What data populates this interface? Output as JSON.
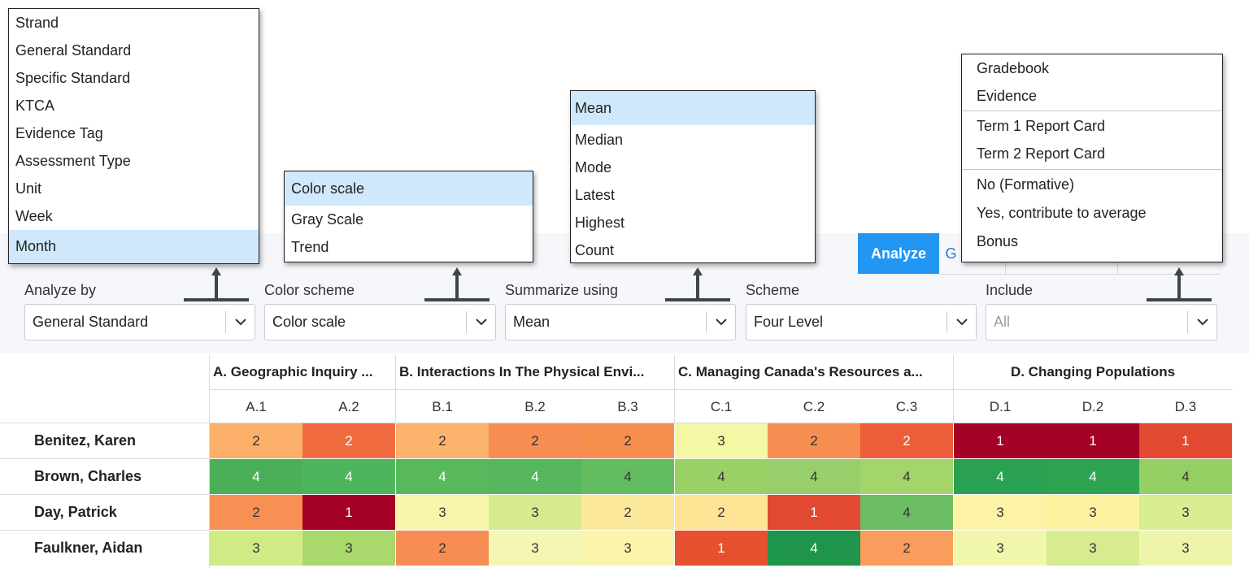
{
  "tabs": [
    {
      "label": "Analyze",
      "active": true
    },
    {
      "label": "G",
      "active": false
    }
  ],
  "filters": [
    {
      "label": "Analyze by",
      "value": "General Standard"
    },
    {
      "label": "Color scheme",
      "value": "Color scale"
    },
    {
      "label": "Summarize using",
      "value": "Mean"
    },
    {
      "label": "Scheme",
      "value": "Four Level"
    },
    {
      "label": "Include",
      "placeholder": "All"
    }
  ],
  "menus": {
    "analyze_by": {
      "items": [
        "Strand",
        "General Standard",
        "Specific Standard",
        "KTCA",
        "Evidence Tag",
        "Assessment Type",
        "Unit",
        "Week",
        "Month"
      ],
      "selected": "Month"
    },
    "color_scheme": {
      "items": [
        "Color scale",
        "Gray Scale",
        "Trend"
      ],
      "selected": "Color scale"
    },
    "summarize_using": {
      "items": [
        "Mean",
        "Median",
        "Mode",
        "Latest",
        "Highest",
        "Count"
      ],
      "selected": "Mean"
    },
    "include": {
      "groups": [
        [
          "Gradebook",
          "Evidence"
        ],
        [
          "Term 1 Report Card",
          "Term 2 Report Card"
        ],
        [
          "No (Formative)",
          "Yes, contribute to average",
          "Bonus"
        ]
      ]
    }
  },
  "grid": {
    "groups": [
      {
        "title": "A. Geographic Inquiry ...",
        "columns": [
          "A.1",
          "A.2"
        ]
      },
      {
        "title": "B. Interactions In The Physical Envi...",
        "columns": [
          "B.1",
          "B.2",
          "B.3"
        ]
      },
      {
        "title": "C. Managing Canada's Resources a...",
        "columns": [
          "C.1",
          "C.2",
          "C.3"
        ]
      },
      {
        "title": "D. Changing Populations",
        "columns": [
          "D.1",
          "D.2",
          "D.3"
        ]
      }
    ],
    "rows": [
      {
        "name": "Benitez, Karen",
        "values": [
          2,
          2,
          2,
          2,
          2,
          3,
          2,
          2,
          1,
          1,
          1
        ]
      },
      {
        "name": "Brown, Charles",
        "values": [
          4,
          4,
          4,
          4,
          4,
          4,
          4,
          4,
          4,
          4,
          4
        ]
      },
      {
        "name": "Day, Patrick",
        "values": [
          2,
          1,
          3,
          3,
          2,
          2,
          1,
          4,
          3,
          3,
          3
        ]
      },
      {
        "name": "Faulkner, Aidan",
        "values": [
          3,
          3,
          2,
          3,
          3,
          1,
          4,
          2,
          3,
          3,
          3
        ]
      }
    ],
    "cell_colors": [
      [
        "#fcaf68",
        "#f06c40",
        "#fcb46c",
        "#f88e54",
        "#f7904f",
        "#f4f7a3",
        "#f88f52",
        "#ec5e38",
        "#a50026",
        "#a50026",
        "#e34931"
      ],
      [
        "#4aaf58",
        "#4db55c",
        "#57b95c",
        "#55b65d",
        "#63bc5f",
        "#9ad167",
        "#99cf6a",
        "#a3d56a",
        "#29a150",
        "#2ea350",
        "#94cf63"
      ],
      [
        "#f99053",
        "#a50026",
        "#f8f6ad",
        "#d5eb8d",
        "#fde99b",
        "#fde495",
        "#e34931",
        "#6bbd64",
        "#fcf3a6",
        "#fcf2a0",
        "#d9ed93"
      ],
      [
        "#d1ea86",
        "#a9d86d",
        "#f88d53",
        "#f4f7b4",
        "#fbf4ab",
        "#e6502f",
        "#1f944b",
        "#fa9c5c",
        "#f1f6ad",
        "#d6ec8e",
        "#eef5aa"
      ]
    ]
  }
}
